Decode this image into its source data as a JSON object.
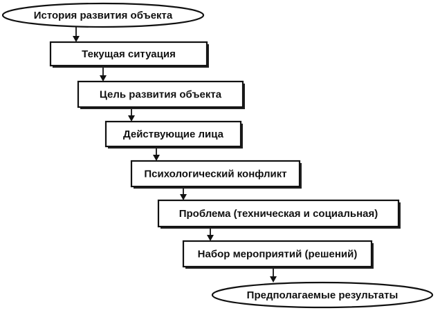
{
  "nodes": [
    {
      "id": "history",
      "label": "История развития объекта",
      "shape": "ellipse"
    },
    {
      "id": "current-situation",
      "label": "Текущая ситуация",
      "shape": "box"
    },
    {
      "id": "development-goal",
      "label": "Цель развития объекта",
      "shape": "box"
    },
    {
      "id": "actors",
      "label": "Действующие лица",
      "shape": "box"
    },
    {
      "id": "psych-conflict",
      "label": "Психологический конфликт",
      "shape": "box"
    },
    {
      "id": "problem",
      "label": "Проблема (техническая и социальная)",
      "shape": "box"
    },
    {
      "id": "measures",
      "label": "Набор мероприятий (решений)",
      "shape": "box"
    },
    {
      "id": "expected-results",
      "label": "Предполагаемые результаты",
      "shape": "ellipse"
    }
  ],
  "edges": [
    {
      "from": "history",
      "to": "current-situation"
    },
    {
      "from": "current-situation",
      "to": "development-goal"
    },
    {
      "from": "development-goal",
      "to": "actors"
    },
    {
      "from": "actors",
      "to": "psych-conflict"
    },
    {
      "from": "psych-conflict",
      "to": "problem"
    },
    {
      "from": "problem",
      "to": "measures"
    },
    {
      "from": "measures",
      "to": "expected-results"
    }
  ]
}
